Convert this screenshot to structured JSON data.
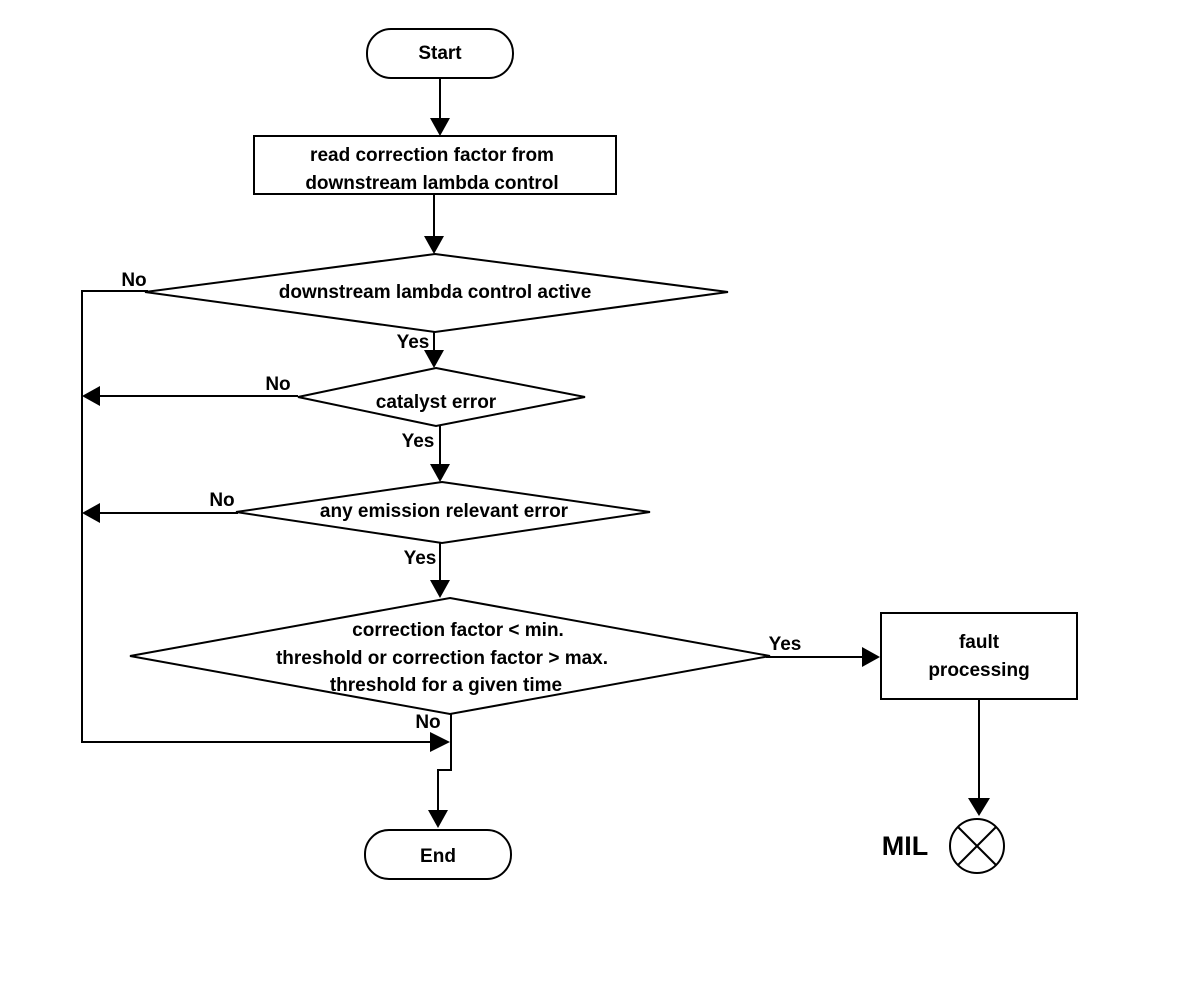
{
  "diagram": {
    "nodes": {
      "start": {
        "label": "Start"
      },
      "read": {
        "lines": [
          "read correction factor from",
          "downstream lambda control"
        ]
      },
      "active": {
        "label": "downstream lambda control active"
      },
      "catalyst": {
        "label": "catalyst error"
      },
      "emission": {
        "label": "any emission relevant error"
      },
      "threshold": {
        "lines": [
          "correction factor < min.",
          "threshold  or correction factor > max.",
          "threshold for a given time"
        ]
      },
      "fault": {
        "lines": [
          "fault",
          "processing"
        ]
      },
      "end": {
        "label": "End"
      },
      "mil": {
        "label": "MIL"
      }
    },
    "edges": {
      "active_no": "No",
      "active_yes": "Yes",
      "catalyst_no": "No",
      "catalyst_yes": "Yes",
      "emission_no": "No",
      "emission_yes": "Yes",
      "threshold_yes": "Yes",
      "threshold_no": "No"
    }
  }
}
